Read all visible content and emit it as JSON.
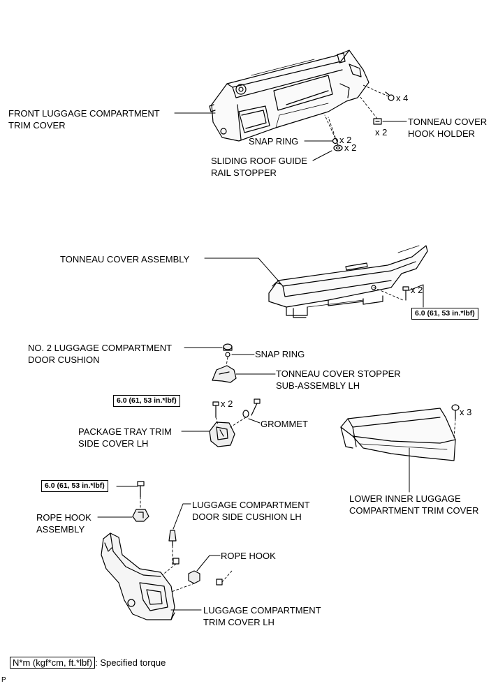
{
  "labels": {
    "front_luggage_trim_cover": [
      "FRONT LUGGAGE COMPARTMENT",
      "TRIM COVER"
    ],
    "snap_ring_top": "SNAP RING",
    "sliding_roof_stopper": [
      "SLIDING ROOF GUIDE",
      "RAIL STOPPER"
    ],
    "tonneau_hook_holder": [
      "TONNEAU COVER",
      "HOOK HOLDER"
    ],
    "tonneau_cover_assembly": "TONNEAU COVER ASSEMBLY",
    "no2_door_cushion": [
      "NO. 2 LUGGAGE COMPARTMENT",
      "DOOR CUSHION"
    ],
    "snap_ring_mid": "SNAP RING",
    "tonneau_stopper_lh": [
      "TONNEAU COVER STOPPER",
      "SUB-ASSEMBLY LH"
    ],
    "grommet": "GROMMET",
    "package_tray_side_cover": [
      "PACKAGE TRAY TRIM",
      "SIDE COVER LH"
    ],
    "lower_inner_trim_cover": [
      "LOWER INNER LUGGAGE",
      "COMPARTMENT TRIM COVER"
    ],
    "rope_hook_assembly": [
      "ROPE HOOK",
      "ASSEMBLY"
    ],
    "door_side_cushion": [
      "LUGGAGE COMPARTMENT",
      "DOOR SIDE CUSHION LH"
    ],
    "rope_hook": "ROPE HOOK",
    "luggage_trim_cover_lh": [
      "LUGGAGE COMPARTMENT",
      "TRIM COVER LH"
    ]
  },
  "quantities": {
    "clip_top": "x 4",
    "hook_holder_bolts": "x 2",
    "snap_ring_top": "x 2",
    "stopper_top": "x 2",
    "tonneau_bolts": "x 2",
    "package_tray_bolts": "x 2",
    "lower_clips": "x 3"
  },
  "torque": {
    "tonneau_bolts": "6.0 (61, 53 in.*lbf)",
    "package_tray_bolts": "6.0 (61, 53 in.*lbf)",
    "rope_hook_bolt": "6.0 (61, 53 in.*lbf)"
  },
  "legend": {
    "unit": "N*m (kgf*cm, ft.*lbf)",
    "text": ": Specified torque"
  },
  "corner_code": "P"
}
